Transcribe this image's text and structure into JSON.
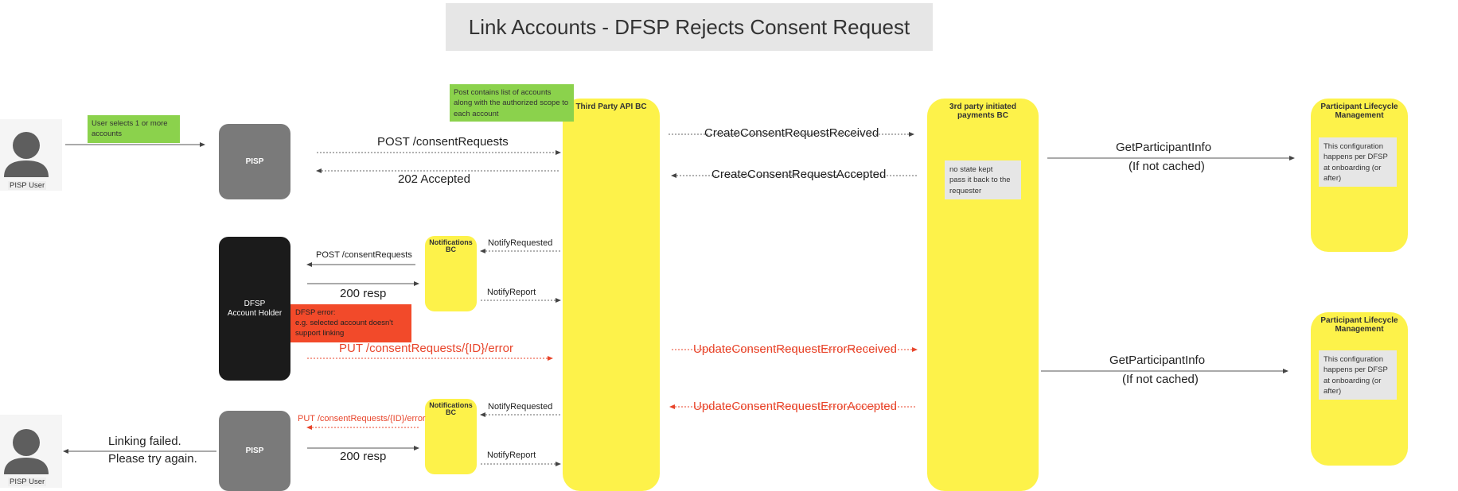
{
  "title": "Link Accounts - DFSP Rejects Consent Request",
  "actors": {
    "user_top": "PISP User",
    "user_bottom": "PISP User",
    "pisp_top": "PISP",
    "pisp_bottom": "PISP",
    "dfsp": "DFSP\nAccount Holder"
  },
  "lanes": {
    "third_party": "Third Party API BC",
    "notifications_top": "Notifications BC",
    "notifications_bottom": "Notifications BC",
    "payments": "3rd party initiated payments BC",
    "lifecycle_top": "Participant Lifecycle Management",
    "lifecycle_bottom": "Participant Lifecycle Management"
  },
  "notes": {
    "user_selects": "User selects 1 or more accounts",
    "post_contains": "Post contains list of accounts along with the authorized scope to each account",
    "dfsp_error": "DFSP error:\ne.g. selected account doesn't support linking",
    "no_state": "no state kept\npass it back to the\nrequester",
    "config_top": "This configuration happens per DFSP at onboarding (or after)",
    "config_bottom": "This configuration happens per DFSP at onboarding (or after)"
  },
  "messages": {
    "post_consent_requests": "POST /consentRequests",
    "accepted_202": "202 Accepted",
    "create_received": "CreateConsentRequestReceived",
    "create_accepted": "CreateConsentRequestAccepted",
    "get_participant_info_top": "GetParticipantInfo",
    "if_not_cached_top": "(If not cached)",
    "notify_requested_top": "NotifyRequested",
    "post_consent_requests_dfsp": "POST /consentRequests",
    "resp_200_top": "200 resp",
    "notify_report_top": "NotifyReport",
    "put_error": "PUT /consentRequests/{ID}/error",
    "update_error_received": "UpdateConsentRequestErrorReceived",
    "get_participant_info_bottom": "GetParticipantInfo",
    "if_not_cached_bottom": "(If not cached)",
    "update_error_accepted": "UpdateConsentRequestErrorAccepted",
    "notify_requested_bottom": "NotifyRequested",
    "put_error_pisp": "PUT /consentRequests/{ID}/error",
    "linking_failed_1": "Linking failed.",
    "linking_failed_2": "Please try again.",
    "resp_200_bottom": "200 resp",
    "notify_report_bottom": "NotifyReport"
  },
  "colors": {
    "lane": "#fdf24a",
    "actor_gray": "#7a7a7a",
    "actor_black": "#1b1b1b",
    "note_green": "#8bd24c",
    "note_red": "#f24a2a",
    "error_text": "#e8452b"
  }
}
